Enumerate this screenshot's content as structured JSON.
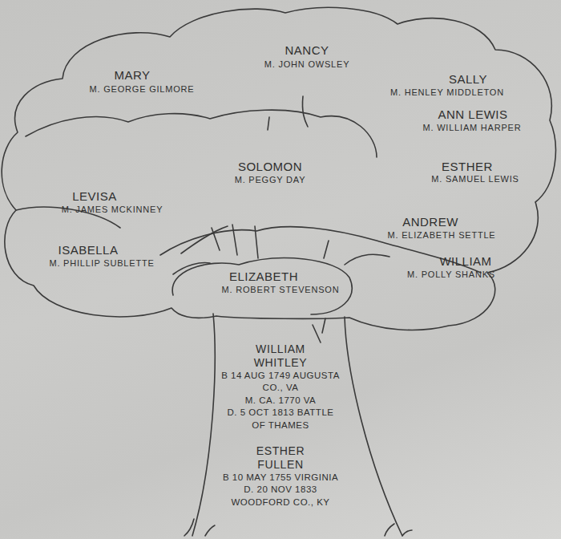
{
  "diagram": {
    "nodes": [
      {
        "text": [
          "NANCY",
          "M. JOHN OWSLEY",
          "MARY",
          "M. GEORGE GILMORE",
          "SALLY",
          "M. HENLEY MIDDLETON",
          "ANN LEWIS",
          "M. WILLIAM HARPER",
          "SOLOMON",
          "M. PEGGY DAY",
          "ESTHER",
          "M. SAMUEL LEWIS",
          "LEVISA",
          "M. JAMES MCKINNEY",
          "ANDREW",
          "M. ELIZABETH SETTLE",
          "ISABELLA",
          "M. PHILLIP SUBLETTE",
          "WILLIAM",
          "M. POLLY SHANKS",
          "ELIZABETH",
          "M. ROBERT STEVENSON"
        ]
      },
      {
        "text": [
          "WILLIAM WHITLEY",
          "B 14 AUG 1749 AUGUSTA CO., VA",
          "M. CA. 1770 VA",
          "D. 5 OCT 1813 BATTLE OF THAMES",
          "ESTHER FULLEN",
          "B 10 MAY 1755 VIRGINIA",
          "D. 20 NOV 1833 WOODFORD CO., KY"
        ]
      }
    ]
  }
}
